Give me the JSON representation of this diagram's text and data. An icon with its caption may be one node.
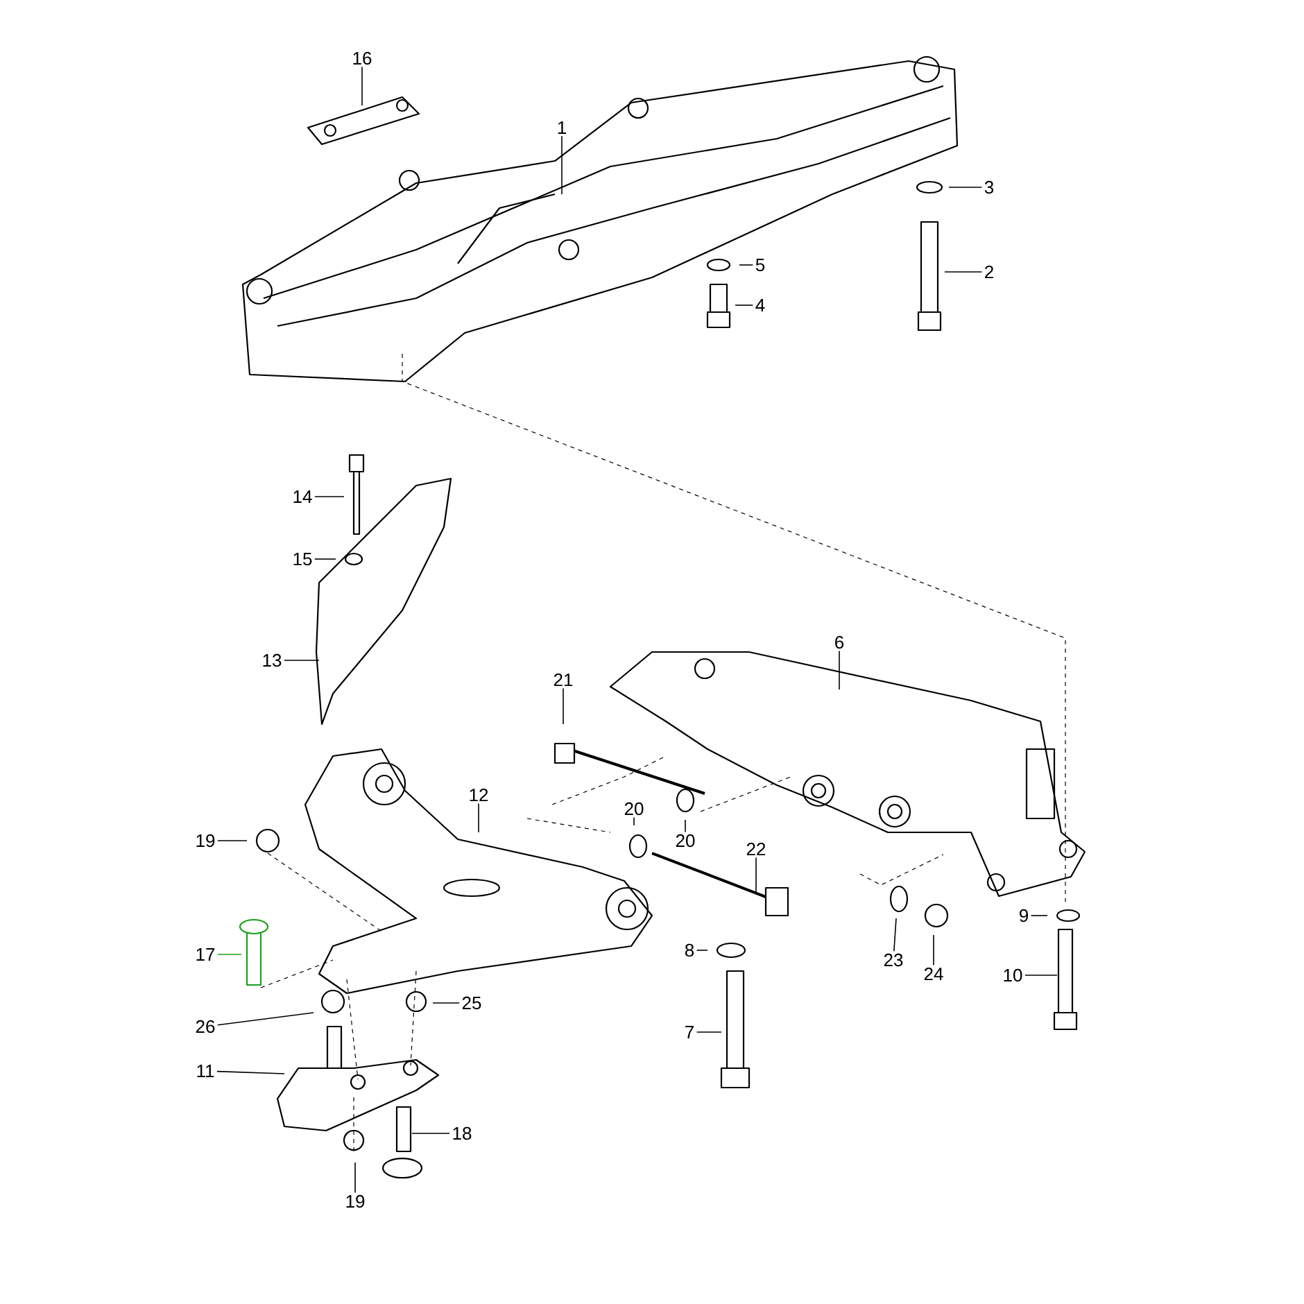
{
  "diagram": {
    "nodes": [
      {
        "text": [
          "16"
        ]
      },
      {
        "text": [
          "1"
        ]
      },
      {
        "text": [
          "3"
        ]
      },
      {
        "text": [
          "5"
        ]
      },
      {
        "text": [
          "2"
        ]
      },
      {
        "text": [
          "4"
        ]
      },
      {
        "text": [
          "14"
        ]
      },
      {
        "text": [
          "15"
        ]
      },
      {
        "text": [
          "6"
        ]
      },
      {
        "text": [
          "13"
        ]
      },
      {
        "text": [
          "21"
        ]
      },
      {
        "text": [
          "12"
        ]
      },
      {
        "text": [
          "19"
        ]
      },
      {
        "text": [
          "20"
        ]
      },
      {
        "text": [
          "20"
        ]
      },
      {
        "text": [
          "22"
        ]
      },
      {
        "text": [
          "9"
        ]
      },
      {
        "text": [
          "8"
        ]
      },
      {
        "text": [
          "17"
        ]
      },
      {
        "text": [
          "23"
        ]
      },
      {
        "text": [
          "24"
        ]
      },
      {
        "text": [
          "10"
        ]
      },
      {
        "text": [
          "25"
        ]
      },
      {
        "text": [
          "26"
        ]
      },
      {
        "text": [
          "7"
        ]
      },
      {
        "text": [
          "11"
        ]
      },
      {
        "text": [
          "18"
        ]
      },
      {
        "text": [
          "19"
        ]
      }
    ],
    "edges": [
      {
        "from": 0,
        "to": null,
        "arrow": "none"
      },
      {
        "from": 1,
        "to": null,
        "arrow": "none"
      },
      {
        "from": 2,
        "to": null,
        "arrow": "none"
      },
      {
        "from": 3,
        "to": null,
        "arrow": "none"
      },
      {
        "from": 4,
        "to": null,
        "arrow": "none"
      },
      {
        "from": 5,
        "to": null,
        "arrow": "none"
      },
      {
        "from": 6,
        "to": null,
        "arrow": "none"
      },
      {
        "from": 7,
        "to": null,
        "arrow": "none"
      },
      {
        "from": 8,
        "to": null,
        "arrow": "none"
      },
      {
        "from": 9,
        "to": null,
        "arrow": "none"
      },
      {
        "from": 10,
        "to": null,
        "arrow": "none"
      },
      {
        "from": 11,
        "to": null,
        "arrow": "none"
      },
      {
        "from": 12,
        "to": null,
        "arrow": "none"
      },
      {
        "from": 13,
        "to": null,
        "arrow": "none"
      },
      {
        "from": 14,
        "to": null,
        "arrow": "none"
      },
      {
        "from": 15,
        "to": null,
        "arrow": "none"
      },
      {
        "from": 16,
        "to": null,
        "arrow": "none"
      },
      {
        "from": 17,
        "to": null,
        "arrow": "none"
      },
      {
        "from": 18,
        "to": null,
        "arrow": "none",
        "color": "#1aa01a"
      },
      {
        "from": 19,
        "to": null,
        "arrow": "none"
      },
      {
        "from": 20,
        "to": null,
        "arrow": "none"
      },
      {
        "from": 21,
        "to": null,
        "arrow": "none"
      },
      {
        "from": 22,
        "to": null,
        "arrow": "none"
      },
      {
        "from": 23,
        "to": null,
        "arrow": "none"
      },
      {
        "from": 24,
        "to": null,
        "arrow": "none"
      },
      {
        "from": 25,
        "to": null,
        "arrow": "none"
      },
      {
        "from": 26,
        "to": null,
        "arrow": "none"
      },
      {
        "from": 27,
        "to": null,
        "arrow": "none"
      }
    ]
  }
}
